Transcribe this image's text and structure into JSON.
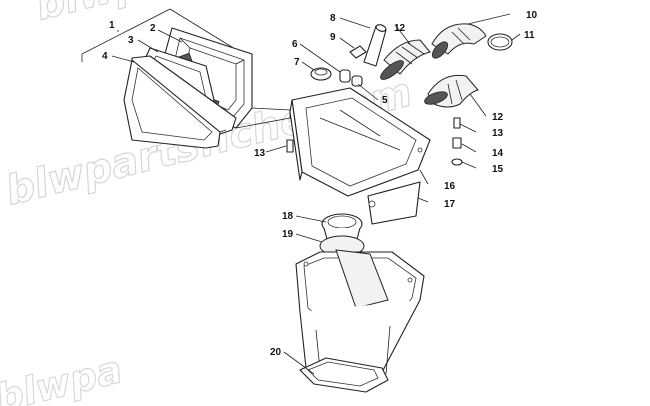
{
  "watermark": {
    "text_top": "blwpartsfiche.com",
    "text_middle": "blwpartsfiche.com",
    "text_bottom": "blwpa"
  },
  "callouts": [
    {
      "id": "c1",
      "label": "1"
    },
    {
      "id": "c2",
      "label": "2"
    },
    {
      "id": "c3",
      "label": "3"
    },
    {
      "id": "c4",
      "label": "4"
    },
    {
      "id": "c5",
      "label": "5"
    },
    {
      "id": "c6",
      "label": "6"
    },
    {
      "id": "c7",
      "label": "7"
    },
    {
      "id": "c8",
      "label": "8"
    },
    {
      "id": "c9",
      "label": "9"
    },
    {
      "id": "c10",
      "label": "10"
    },
    {
      "id": "c11",
      "label": "11"
    },
    {
      "id": "c12a",
      "label": "12"
    },
    {
      "id": "c12b",
      "label": "12"
    },
    {
      "id": "c13a",
      "label": "13"
    },
    {
      "id": "c13b",
      "label": "13"
    },
    {
      "id": "c14",
      "label": "14"
    },
    {
      "id": "c15",
      "label": "15"
    },
    {
      "id": "c16",
      "label": "16"
    },
    {
      "id": "c17",
      "label": "17"
    },
    {
      "id": "c18",
      "label": "18"
    },
    {
      "id": "c19",
      "label": "19"
    },
    {
      "id": "c20",
      "label": "20"
    }
  ],
  "colors": {
    "line": "#222222",
    "watermark": "#d6d6d6",
    "background": "#ffffff"
  }
}
